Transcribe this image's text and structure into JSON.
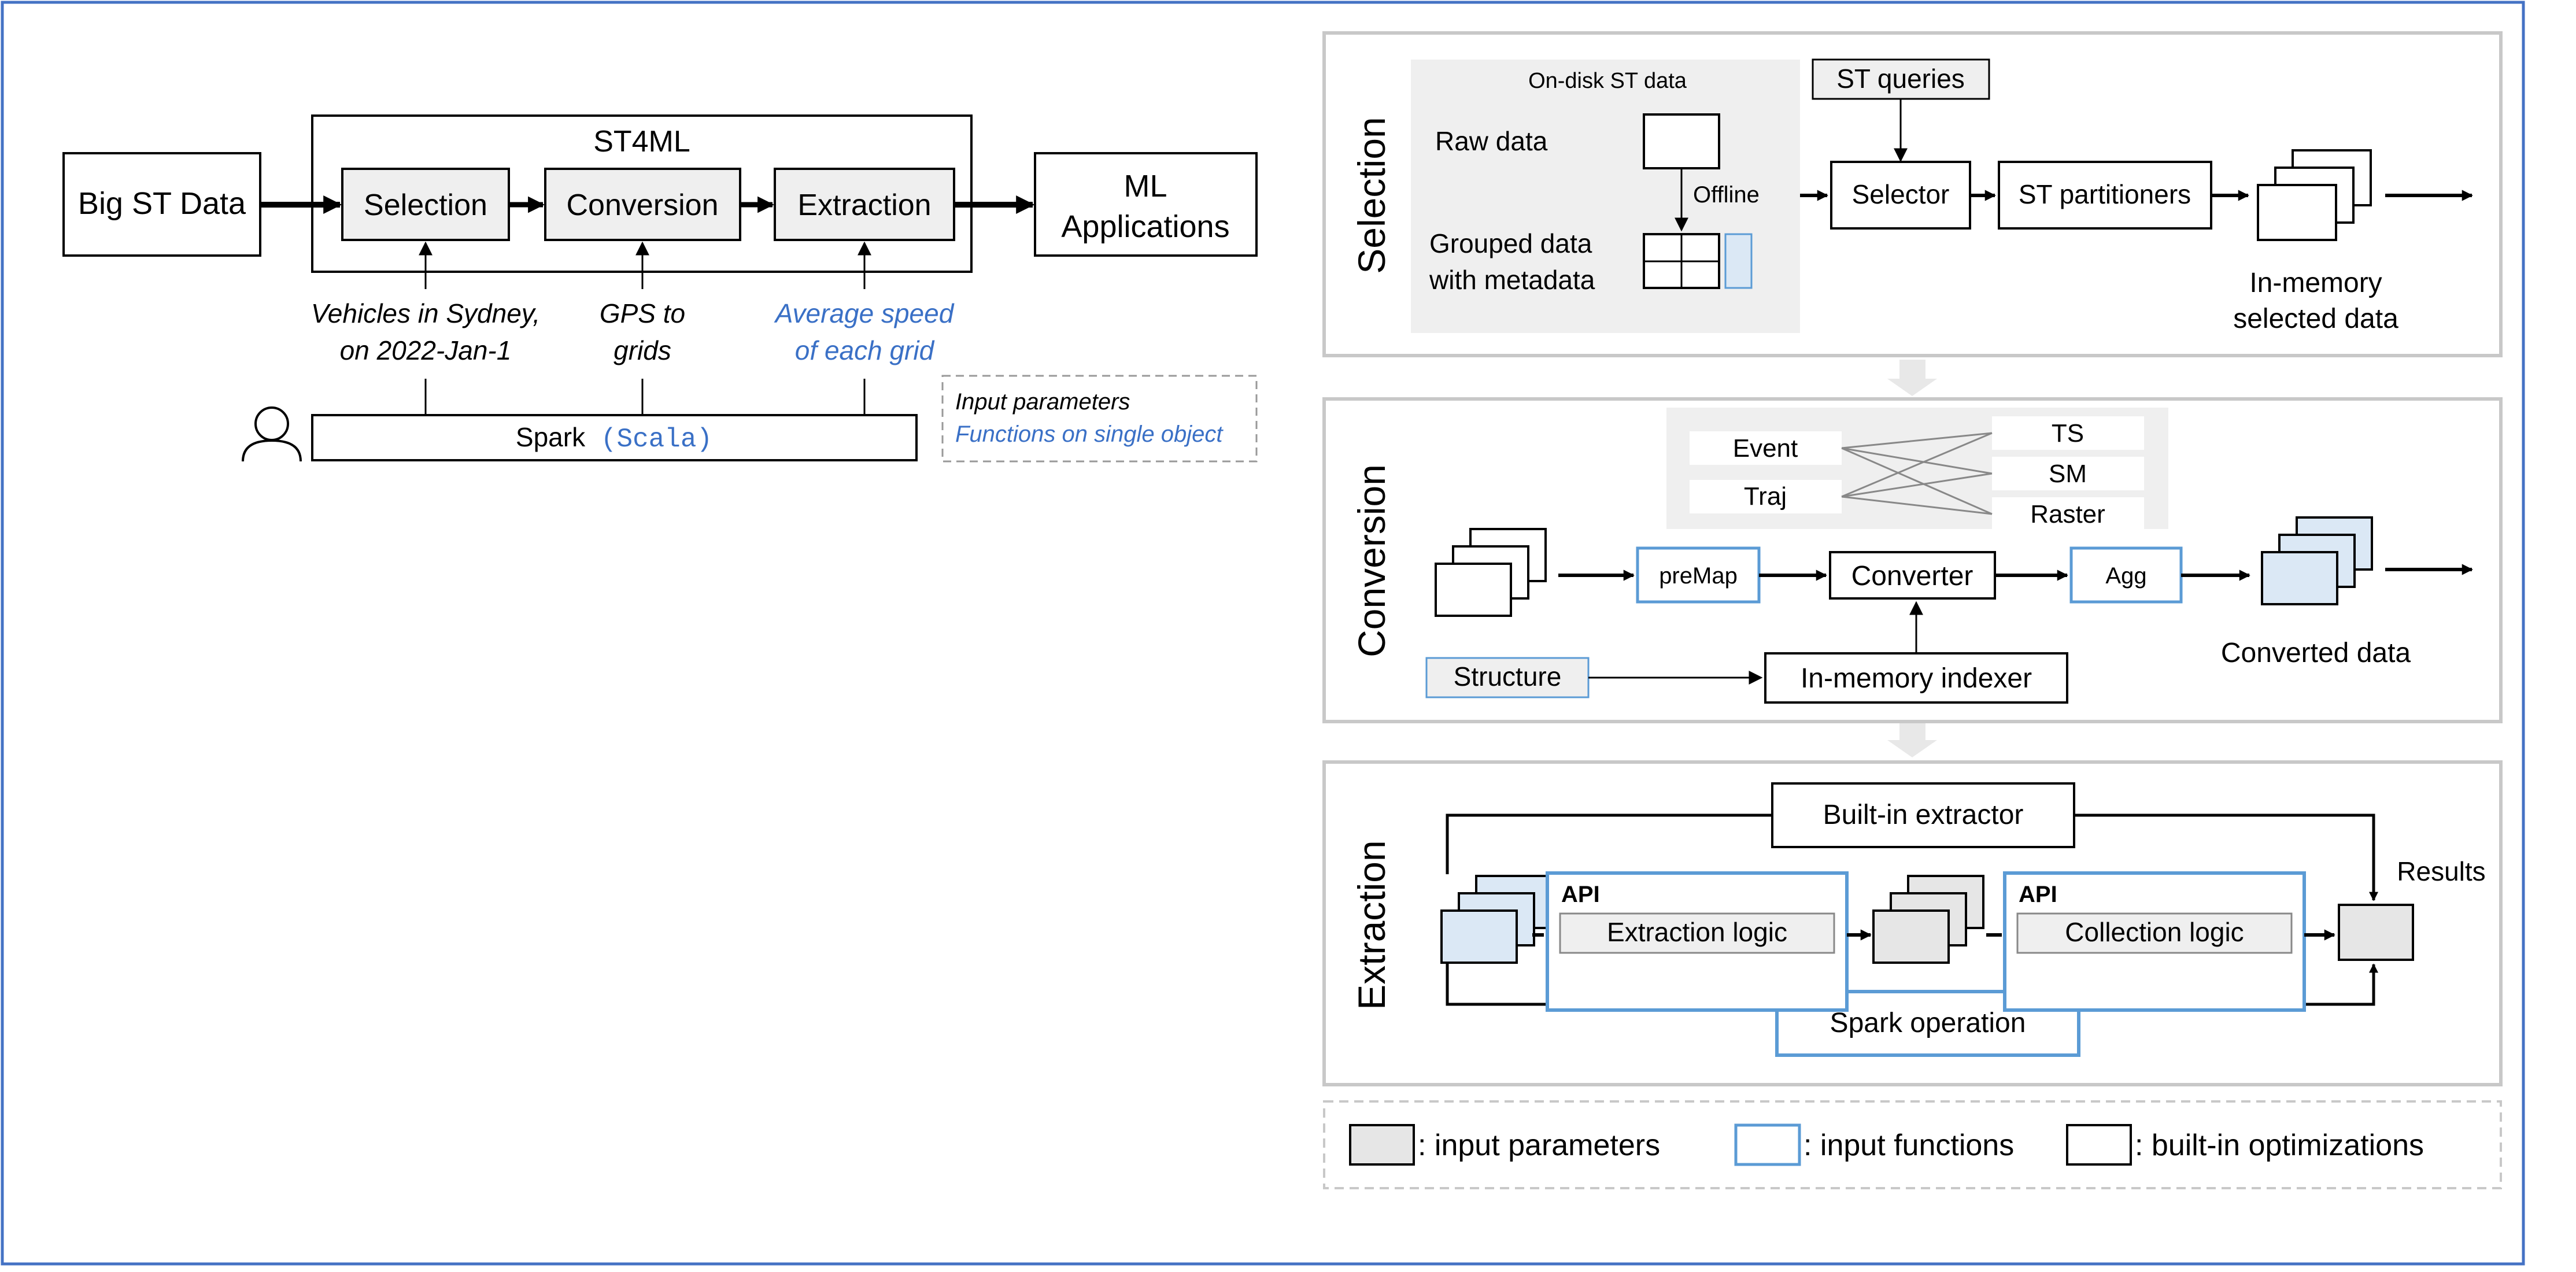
{
  "pipeline": {
    "input_label": "Big ST Data",
    "framework_label": "ST4ML",
    "stages": [
      "Selection",
      "Conversion",
      "Extraction"
    ],
    "output_line1": "ML",
    "output_line2": "Applications",
    "params": [
      {
        "line1": "Vehicles in Sydney,",
        "line2": "on 2022-Jan-1"
      },
      {
        "line1": "GPS to",
        "line2": "grids"
      },
      {
        "line1": "Average speed",
        "line2": "of each grid"
      }
    ],
    "spark_label": "Spark",
    "spark_lang": "(Scala)",
    "note_params": "Input parameters",
    "note_functions": "Functions on single object",
    "user_icon": "user-icon"
  },
  "selection": {
    "side_title": "Selection",
    "ondisk_title": "On-disk ST data",
    "raw_data": "Raw data",
    "offline": "Offline",
    "grouped_line1": "Grouped data",
    "grouped_line2": "with metadata",
    "queries": "ST queries",
    "selector": "Selector",
    "partitioners": "ST partitioners",
    "result_line1": "In-memory",
    "result_line2": "selected data"
  },
  "conversion": {
    "side_title": "Conversion",
    "sources": [
      "Event",
      "Traj"
    ],
    "targets": [
      "TS",
      "SM",
      "Raster"
    ],
    "premap": "preMap",
    "converter": "Converter",
    "agg": "Agg",
    "structure": "Structure",
    "indexer": "In-memory indexer",
    "result": "Converted data"
  },
  "extraction": {
    "side_title": "Extraction",
    "builtin": "Built-in extractor",
    "api1_tag": "API",
    "api1_logic": "Extraction logic",
    "api2_tag": "API",
    "api2_logic": "Collection logic",
    "spark_op": "Spark operation",
    "results": "Results"
  },
  "legend": {
    "params": ": input parameters",
    "functions": ": input functions",
    "builtin": ": built-in optimizations"
  },
  "colors": {
    "blue_accent": "#3a70c6",
    "box_blue": "#5b9bd5",
    "fill_blue": "#dbe8f5",
    "fill_gray": "#efefef",
    "panel_border": "#c8c8c8",
    "frame_border": "#4472c4"
  }
}
